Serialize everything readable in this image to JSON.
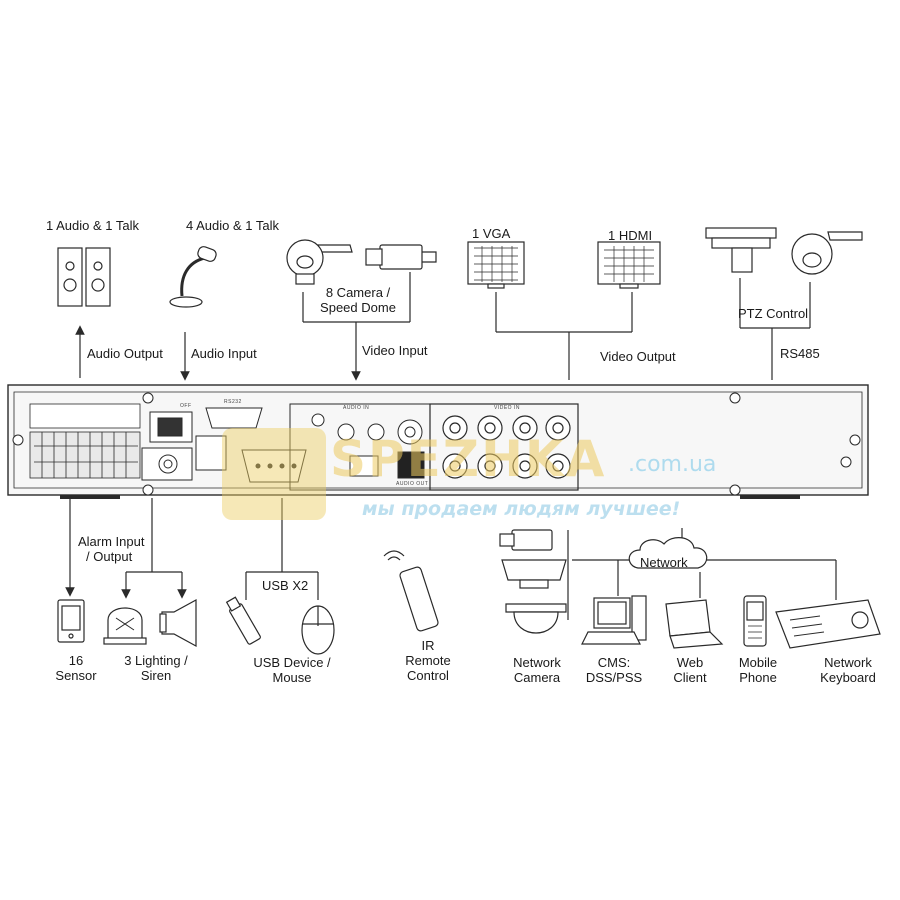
{
  "labels": {
    "audio_talk_1": "1 Audio  & 1 Talk",
    "audio_talk_4": "4 Audio & 1 Talk",
    "camera_line1": "8  Camera /",
    "camera_line2": "Speed Dome",
    "vga": "1 VGA",
    "hdmi": "1 HDMI",
    "ptz_control": "PTZ Control",
    "audio_output": "Audio  Output",
    "audio_input": "Audio  Input",
    "video_input": "Video Input",
    "video_output": "Video Output",
    "rs485": "RS485",
    "alarm_line1": "Alarm Input",
    "alarm_line2": "/ Output",
    "usb_x2": "USB X2",
    "network": "Network",
    "sensor_line1": "16",
    "sensor_line2": "Sensor",
    "lighting_line1": "3 Lighting /",
    "lighting_line2": "Siren",
    "usb_device_line1": "USB Device /",
    "usb_device_line2": "Mouse",
    "ir_line1": "IR",
    "ir_line2": "Remote",
    "ir_line3": "Control",
    "net_camera_line1": "Network",
    "net_camera_line2": "Camera",
    "cms_line1": "CMS:",
    "cms_line2": "DSS/PSS",
    "web_line1": "Web",
    "web_line2": "Client",
    "mobile_line1": "Mobile",
    "mobile_line2": "Phone",
    "keyboard_line1": "Network",
    "keyboard_line2": "Keyboard"
  },
  "panel": {
    "rs232": "RS232",
    "audio_in": "AUDIO IN",
    "video_in": "VIDEO IN",
    "audio_out": "AUDIO OUT",
    "power_off": "OFF"
  },
  "watermark": {
    "site": "SPEZHKA",
    "domain": ".com.ua",
    "tagline": "мы продаем людям лучшее!"
  },
  "colors": {
    "line": "#2a2a2a",
    "panel_fill": "#f7f7f7",
    "watermark_gold": "#e8c25a",
    "watermark_blue": "#8fd0ea"
  }
}
